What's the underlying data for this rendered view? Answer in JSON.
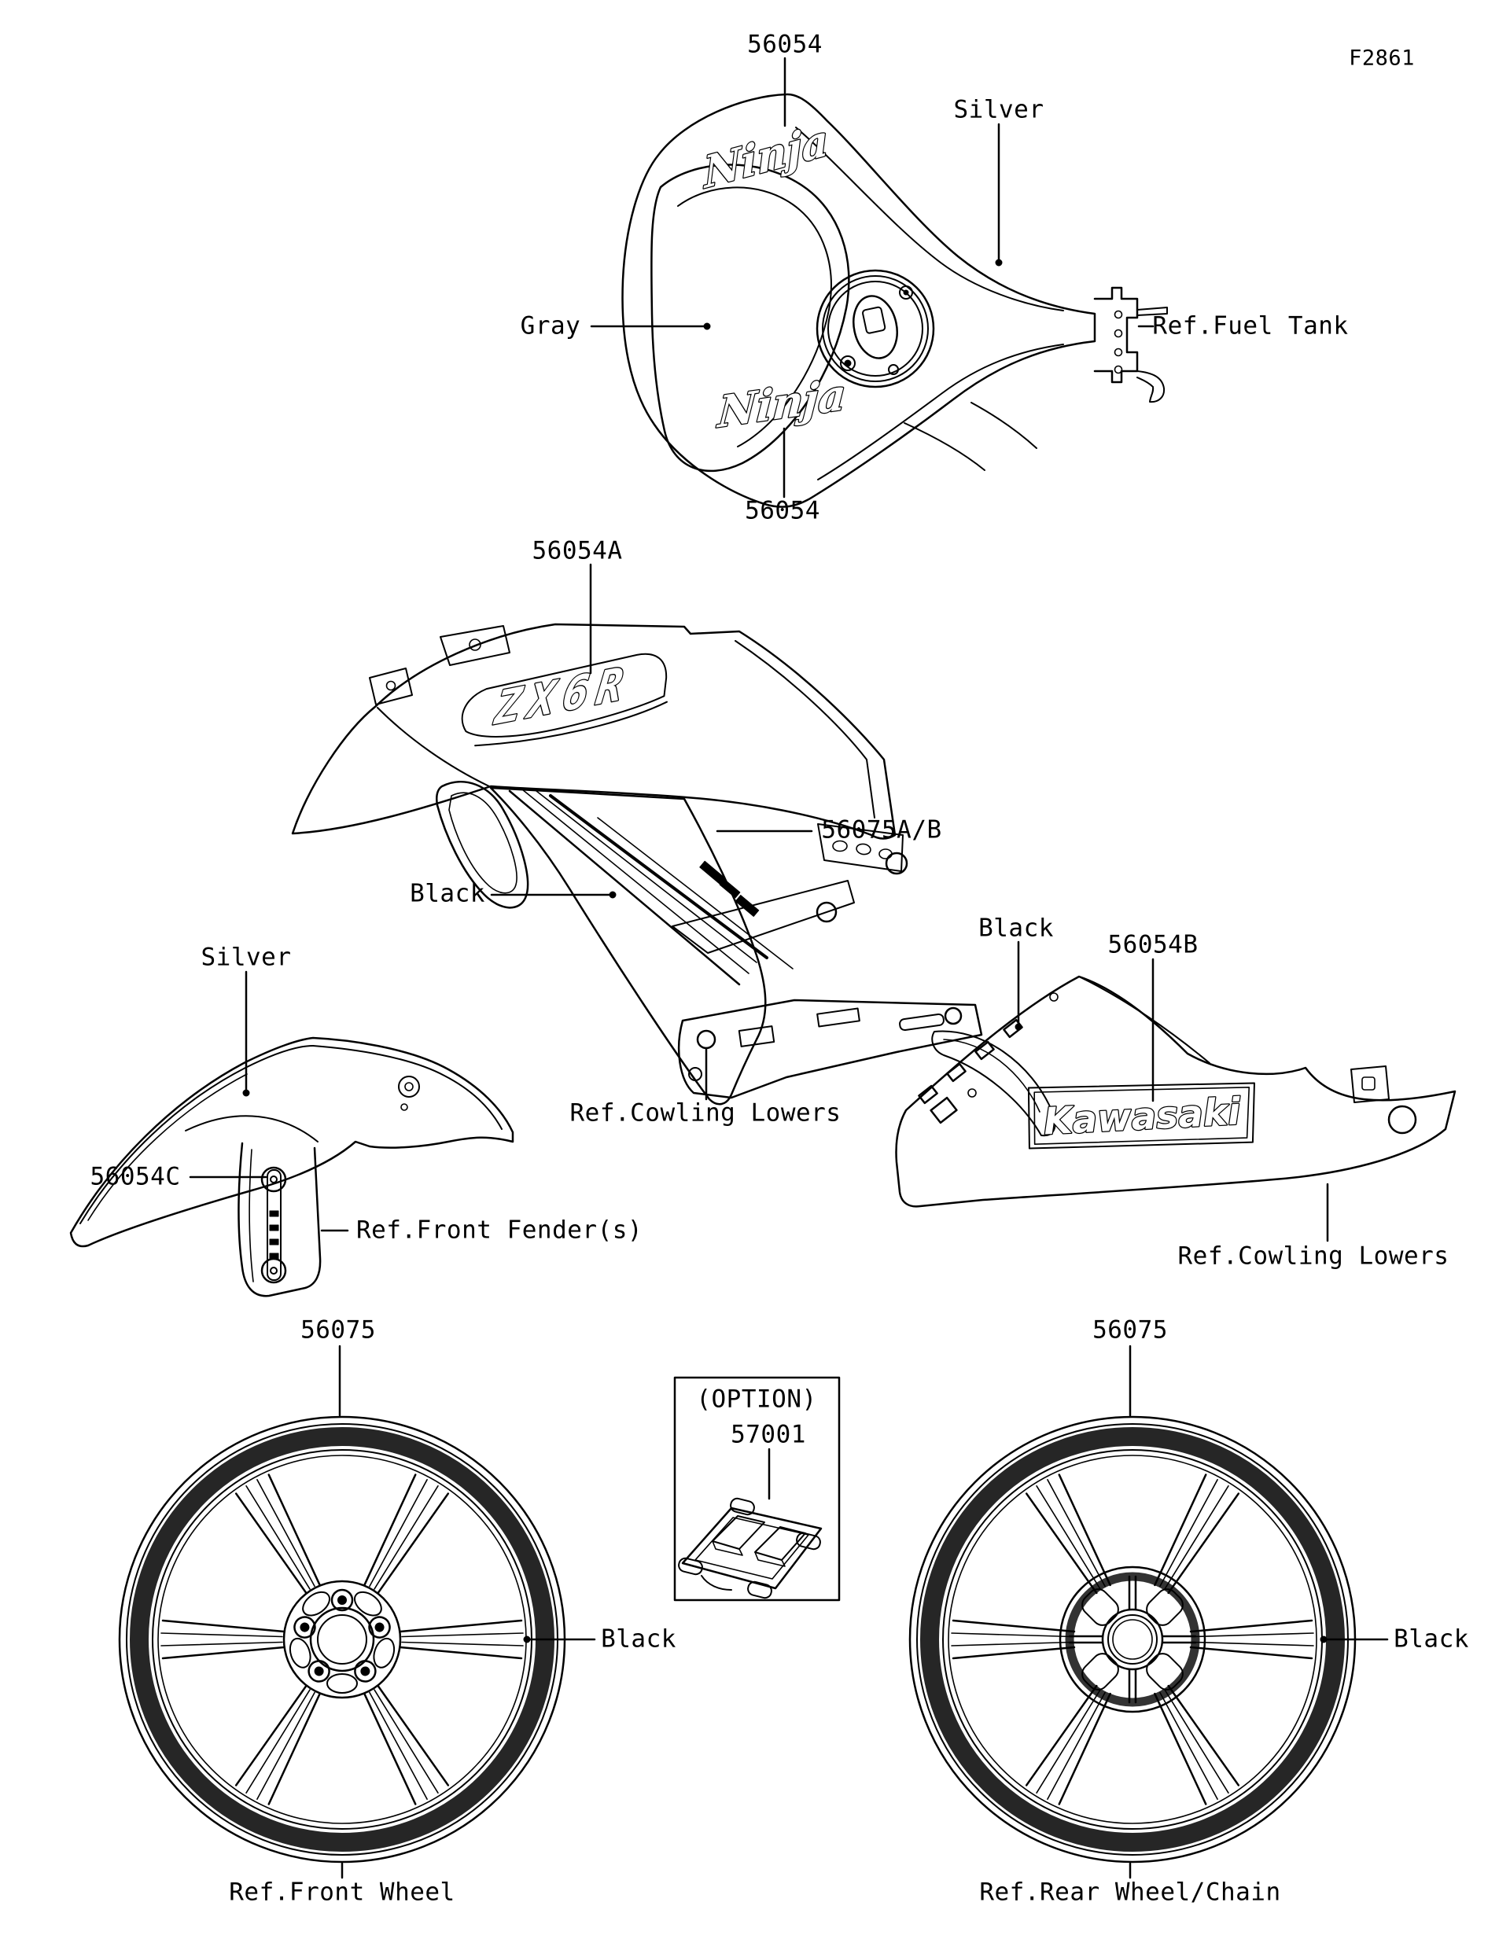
{
  "figure_code": "F2861",
  "colors": {
    "line": "#000000",
    "background": "#ffffff"
  },
  "fuel_tank": {
    "part_top": "56054",
    "part_bottom": "56054",
    "color_outer": "Silver",
    "color_inner": "Gray",
    "ref": "Ref.Fuel Tank",
    "decal_top": "Ninja",
    "decal_bottom": "Ninja"
  },
  "upper_cowling": {
    "part_decal": "56054A",
    "part_stripe": "56075A/B",
    "color": "Black",
    "ref": "Ref.Cowling Lowers",
    "decal": "ZX6R"
  },
  "front_fender": {
    "color": "Silver",
    "part": "56054C",
    "ref": "Ref.Front Fender(s)"
  },
  "lower_cowling": {
    "color": "Black",
    "part": "56054B",
    "ref": "Ref.Cowling Lowers",
    "decal": "Kawasaki"
  },
  "front_wheel": {
    "part": "56075",
    "color": "Black",
    "ref": "Ref.Front Wheel"
  },
  "rear_wheel": {
    "part": "56075",
    "color": "Black",
    "ref": "Ref.Rear Wheel/Chain"
  },
  "option": {
    "label": "(OPTION)",
    "part": "57001"
  }
}
